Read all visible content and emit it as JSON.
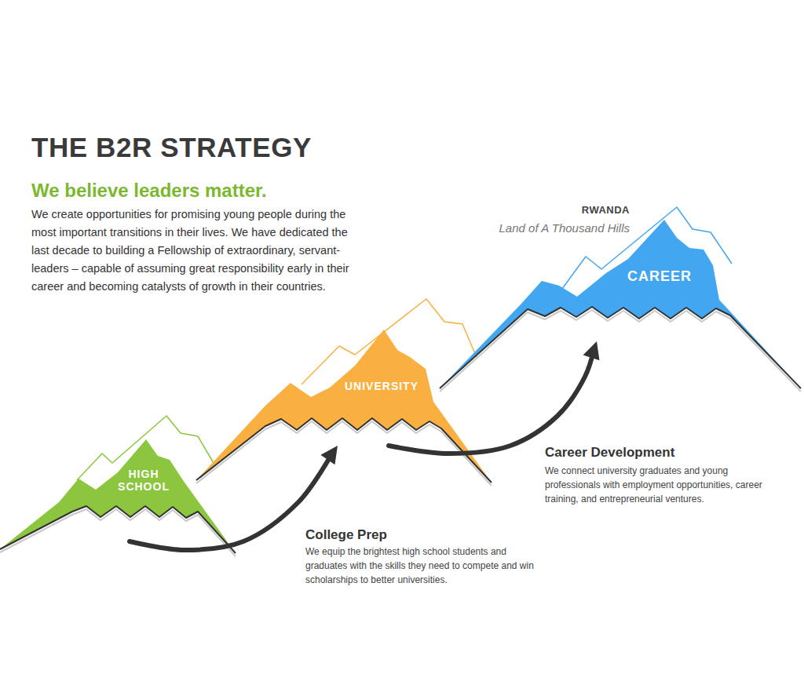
{
  "diagram": {
    "title": "THE B2R STRATEGY",
    "nodes": [
      {
        "text": [
          "HIGH SCHOOL"
        ]
      },
      {
        "text": [
          "UNIVERSITY"
        ]
      },
      {
        "text": [
          "CAREER"
        ]
      }
    ],
    "edges": [
      {
        "from": 0,
        "to": 1,
        "arrow": "to"
      },
      {
        "from": 1,
        "to": 2,
        "arrow": "to"
      }
    ],
    "labels": [
      "We believe leaders matter.",
      "We create opportunities for promising young people during the most important transitions in their lives. We have dedicated the last decade to building a Fellowship of extraordinary, servant-leaders – capable of assuming great responsibility early in their career and becoming catalysts of growth in their countries.",
      "RWANDA",
      "Land of A Thousand Hills",
      "College Prep",
      "We equip the brightest high school students and graduates with the skills they need to compete and win scholarships to better universities.",
      "Career Development",
      "We connect university graduates and young professionals with employment opportunities, career training, and entrepreneurial ventures."
    ]
  }
}
